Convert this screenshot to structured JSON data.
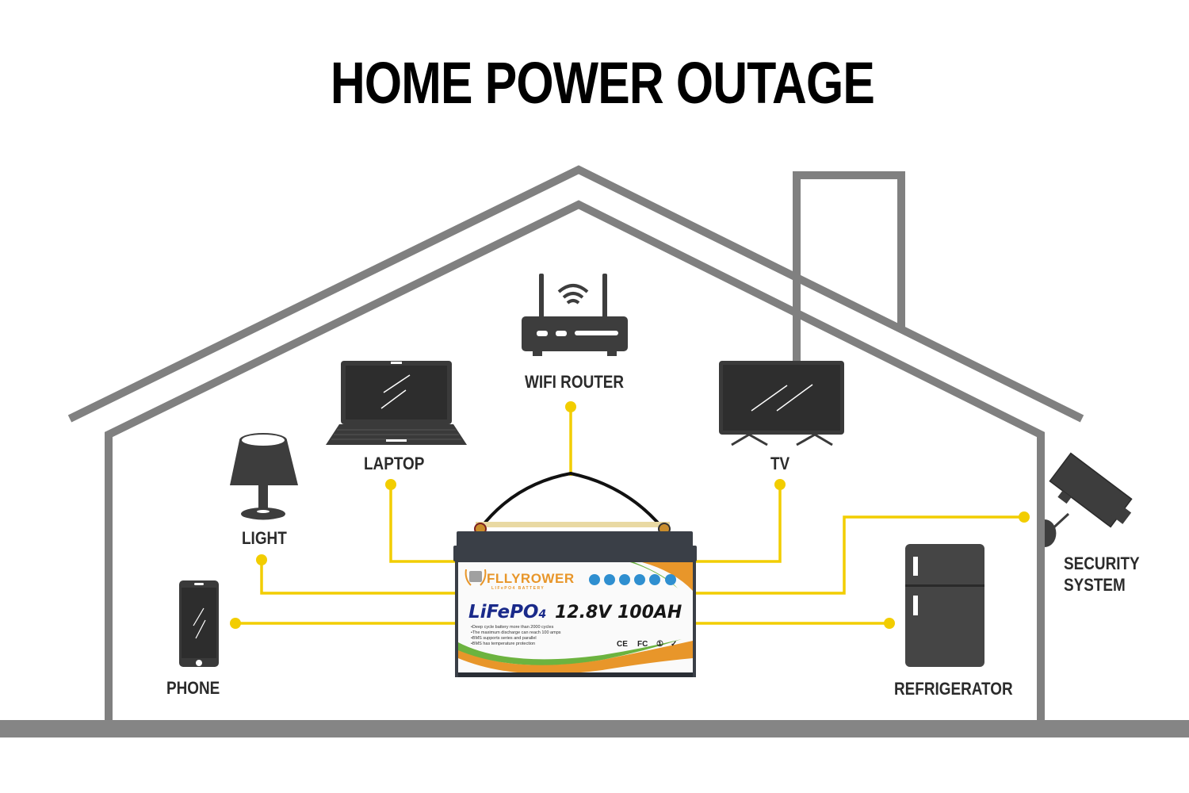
{
  "title": "HOME POWER OUTAGE",
  "colors": {
    "house_outline": "#808080",
    "wire": "#f2cd00",
    "appliance": "#3d3d3d",
    "battery_case": "#3a3f47",
    "label_text": "#2b2b2b",
    "brand_blue": "#1a2a8a",
    "accent_orange": "#e8962a",
    "accent_green": "#6cb33f"
  },
  "devices": [
    {
      "id": "wifi-router",
      "label": "WIFI ROUTER",
      "icon": "router-icon"
    },
    {
      "id": "laptop",
      "label": "LAPTOP",
      "icon": "laptop-icon"
    },
    {
      "id": "tv",
      "label": "TV",
      "icon": "tv-icon"
    },
    {
      "id": "light",
      "label": "LIGHT",
      "icon": "lamp-icon"
    },
    {
      "id": "phone",
      "label": "PHONE",
      "icon": "phone-icon"
    },
    {
      "id": "refrigerator",
      "label": "REFRIGERATOR",
      "icon": "refrigerator-icon"
    },
    {
      "id": "security-system",
      "label_line1": "SECURITY",
      "label_line2": "SYSTEM",
      "icon": "security-camera-icon"
    }
  ],
  "battery": {
    "brand": "FLLYROWER",
    "brand_sub": "LIFePO4 BATTERY",
    "chem": "LiFePO",
    "chem_sub": "4",
    "spec": "12.8V 100AH",
    "features": [
      "•Deep cycle battery more than 2000 cycles",
      "•The maximum discharge can reach 100 amps",
      "•BMS supports series and parallel",
      "•BMS has temperature protection"
    ],
    "certifications": [
      "CE",
      "FC",
      "①",
      "✓"
    ],
    "feature_icons": 6
  }
}
